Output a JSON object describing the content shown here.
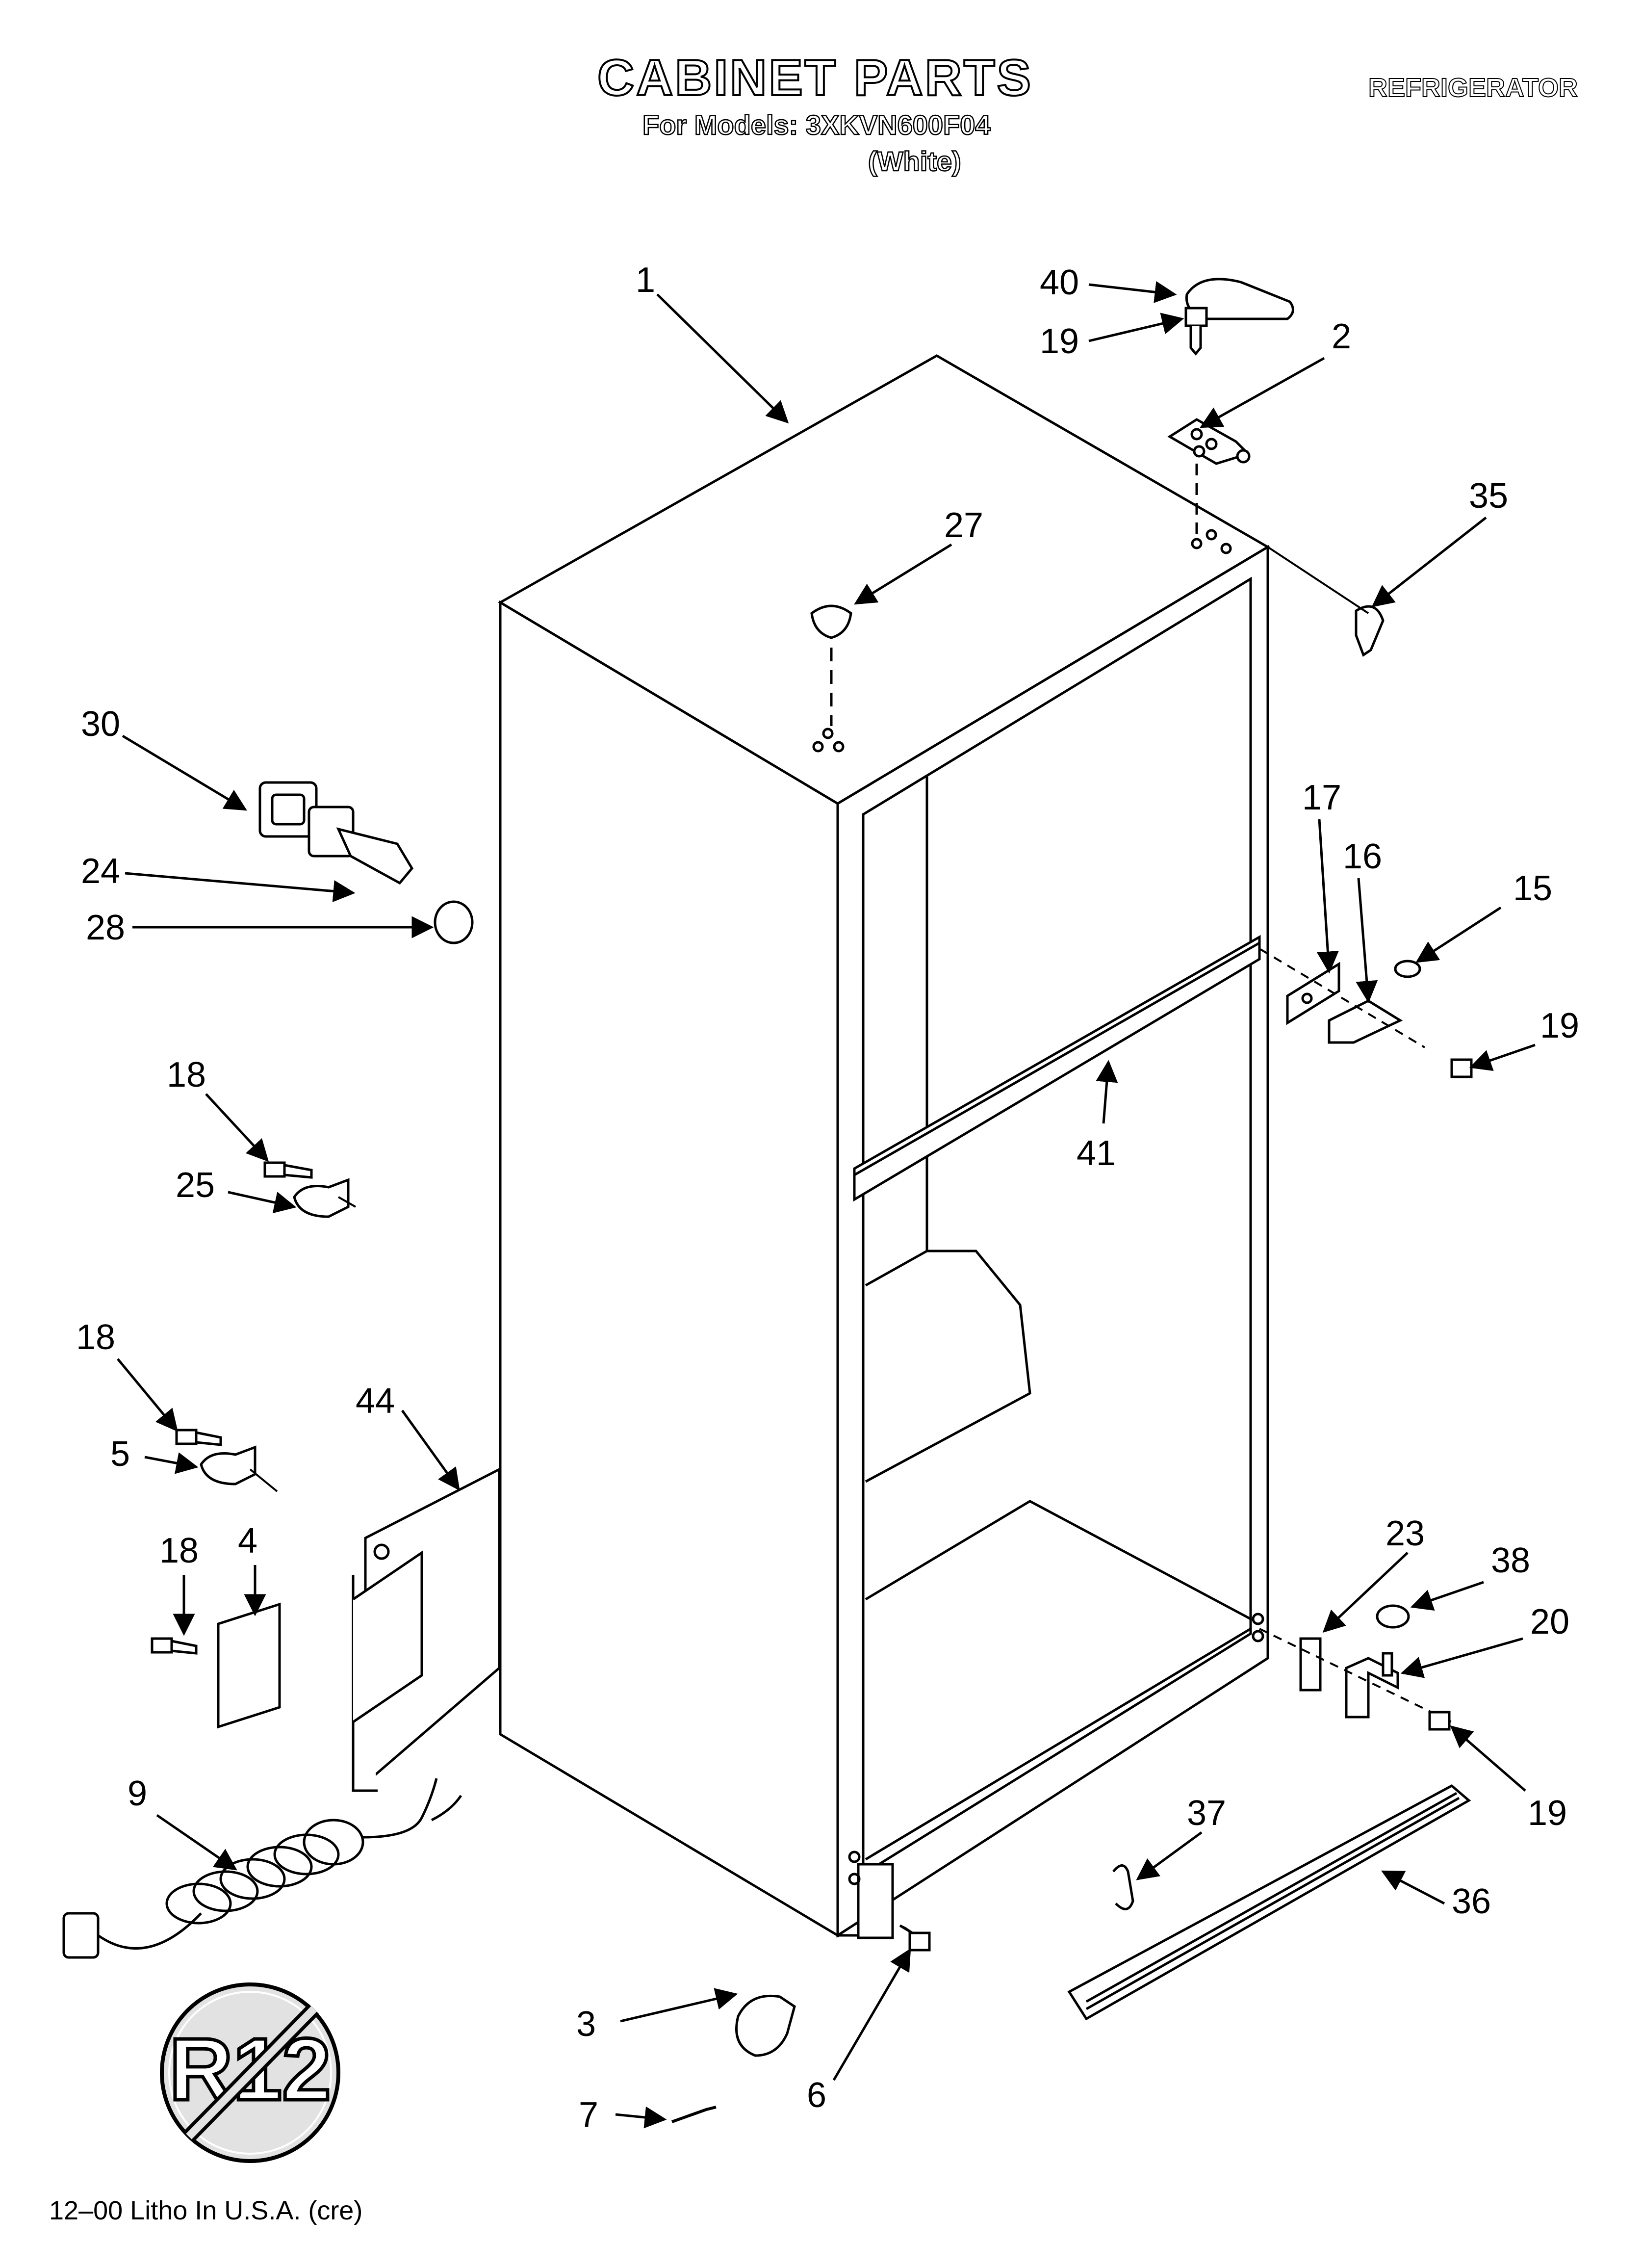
{
  "header": {
    "title": "CABINET PARTS",
    "models": "For Models: 3XKVN600F04",
    "color": "(White)",
    "category": "REFRIGERATOR"
  },
  "footer": {
    "litho": "12–00 Litho In U.S.A. (cre)"
  },
  "badge": {
    "text": "R12"
  },
  "callouts": {
    "c1": "1",
    "c2": "2",
    "c3": "3",
    "c4": "4",
    "c5": "5",
    "c6": "6",
    "c7": "7",
    "c9": "9",
    "c15": "15",
    "c16": "16",
    "c17": "17",
    "c18a": "18",
    "c18b": "18",
    "c18c": "18",
    "c19a": "19",
    "c19b": "19",
    "c19c": "19",
    "c20": "20",
    "c23": "23",
    "c24": "24",
    "c25": "25",
    "c27": "27",
    "c28": "28",
    "c30": "30",
    "c35": "35",
    "c36": "36",
    "c37": "37",
    "c38": "38",
    "c40": "40",
    "c41": "41",
    "c44": "44"
  }
}
